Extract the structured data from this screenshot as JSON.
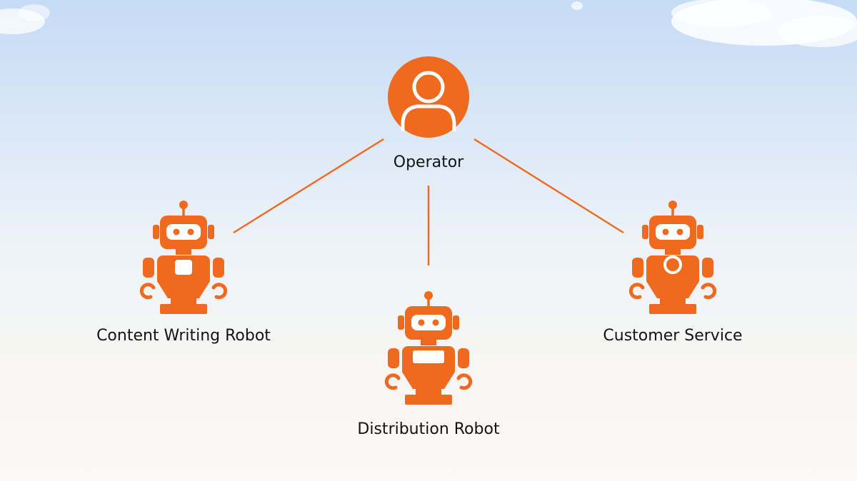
{
  "diagram": {
    "accent_color": "#ef6a1f",
    "operator": {
      "label": "Operator",
      "icon": "user-icon"
    },
    "robots": [
      {
        "label": "Content Writing Robot",
        "icon": "robot-icon",
        "chest": "square"
      },
      {
        "label": "Distribution Robot",
        "icon": "robot-icon",
        "chest": "wide-rect"
      },
      {
        "label": "Customer Service",
        "icon": "robot-icon",
        "chest": "circle"
      }
    ]
  }
}
